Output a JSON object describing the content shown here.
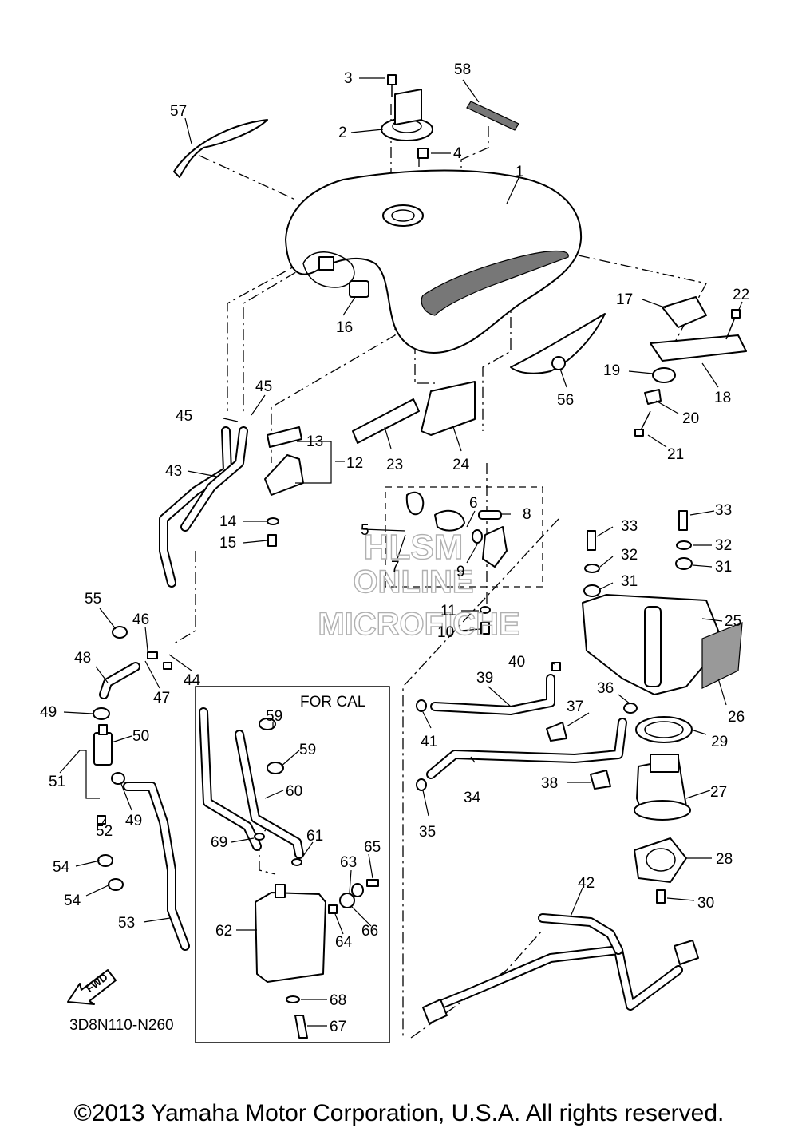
{
  "watermark": [
    "HLSM",
    "ONLINE",
    "MICROFICHE"
  ],
  "cal_box_title": "FOR CAL",
  "diagram_code": "3D8N110-N260",
  "fwd_arrow_text": "FWD",
  "copyright": "©2013 Yamaha Motor Corporation, U.S.A. All rights reserved.",
  "callouts": [
    "1",
    "2",
    "3",
    "4",
    "5",
    "6",
    "7",
    "8",
    "9",
    "10",
    "11",
    "12",
    "13",
    "14",
    "15",
    "16",
    "17",
    "18",
    "19",
    "20",
    "21",
    "22",
    "23",
    "24",
    "25",
    "26",
    "27",
    "28",
    "29",
    "30",
    "31",
    "31",
    "32",
    "32",
    "33",
    "33",
    "34",
    "35",
    "36",
    "37",
    "38",
    "39",
    "40",
    "41",
    "42",
    "43",
    "44",
    "45",
    "45",
    "46",
    "47",
    "48",
    "49",
    "49",
    "50",
    "51",
    "52",
    "53",
    "54",
    "54",
    "55",
    "56",
    "57",
    "58",
    "59",
    "59",
    "60",
    "61",
    "62",
    "63",
    "64",
    "65",
    "66",
    "67",
    "68",
    "69"
  ]
}
